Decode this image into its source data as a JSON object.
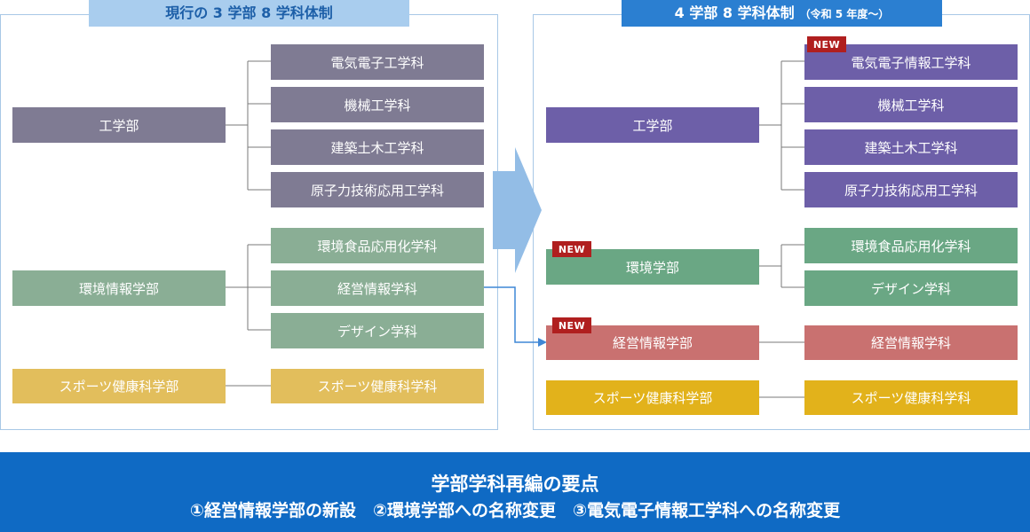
{
  "current": {
    "title": "現行の 3 学部 8 学科体制",
    "faculties": {
      "engineering": "工学部",
      "env_info": "環境情報学部",
      "sports": "スポーツ健康科学部"
    },
    "departments": {
      "electrical": "電気電子工学科",
      "mechanical": "機械工学科",
      "civil": "建築土木工学科",
      "nuclear": "原子力技術応用工学科",
      "food": "環境食品応用化学科",
      "management": "経営情報学科",
      "design": "デザイン学科",
      "sports_dept": "スポーツ健康科学科"
    }
  },
  "new": {
    "title": "4 学部 8 学科体制",
    "title_sub": "（令和 5 年度〜）",
    "badge": "NEW",
    "faculties": {
      "engineering": "工学部",
      "environment": "環境学部",
      "management": "経営情報学部",
      "sports": "スポーツ健康科学部"
    },
    "departments": {
      "electrical": "電気電子情報工学科",
      "mechanical": "機械工学科",
      "civil": "建築土木工学科",
      "nuclear": "原子力技術応用工学科",
      "food": "環境食品応用化学科",
      "design": "デザイン学科",
      "management_dept": "経営情報学科",
      "sports_dept": "スポーツ健康科学科"
    }
  },
  "summary": {
    "title": "学部学科再編の要点",
    "points": "①経営情報学部の新設　②環境学部への名称変更　③電気電子情報工学科への名称変更"
  },
  "colors": {
    "panel_border": "#a8c8e6",
    "title_left_bg": "#a9cdee",
    "title_right_bg": "#2b7fd1",
    "engineering_old": "#7f7b93",
    "env_old": "#8aae95",
    "sports_old": "#e2be5c",
    "engineering_new": "#6d5fa8",
    "environment_new": "#6aa784",
    "management_new": "#c97170",
    "sports_new": "#e2b21b",
    "badge": "#b01f1f",
    "banner": "#0f6ac4",
    "arrow": "#93bde6"
  }
}
